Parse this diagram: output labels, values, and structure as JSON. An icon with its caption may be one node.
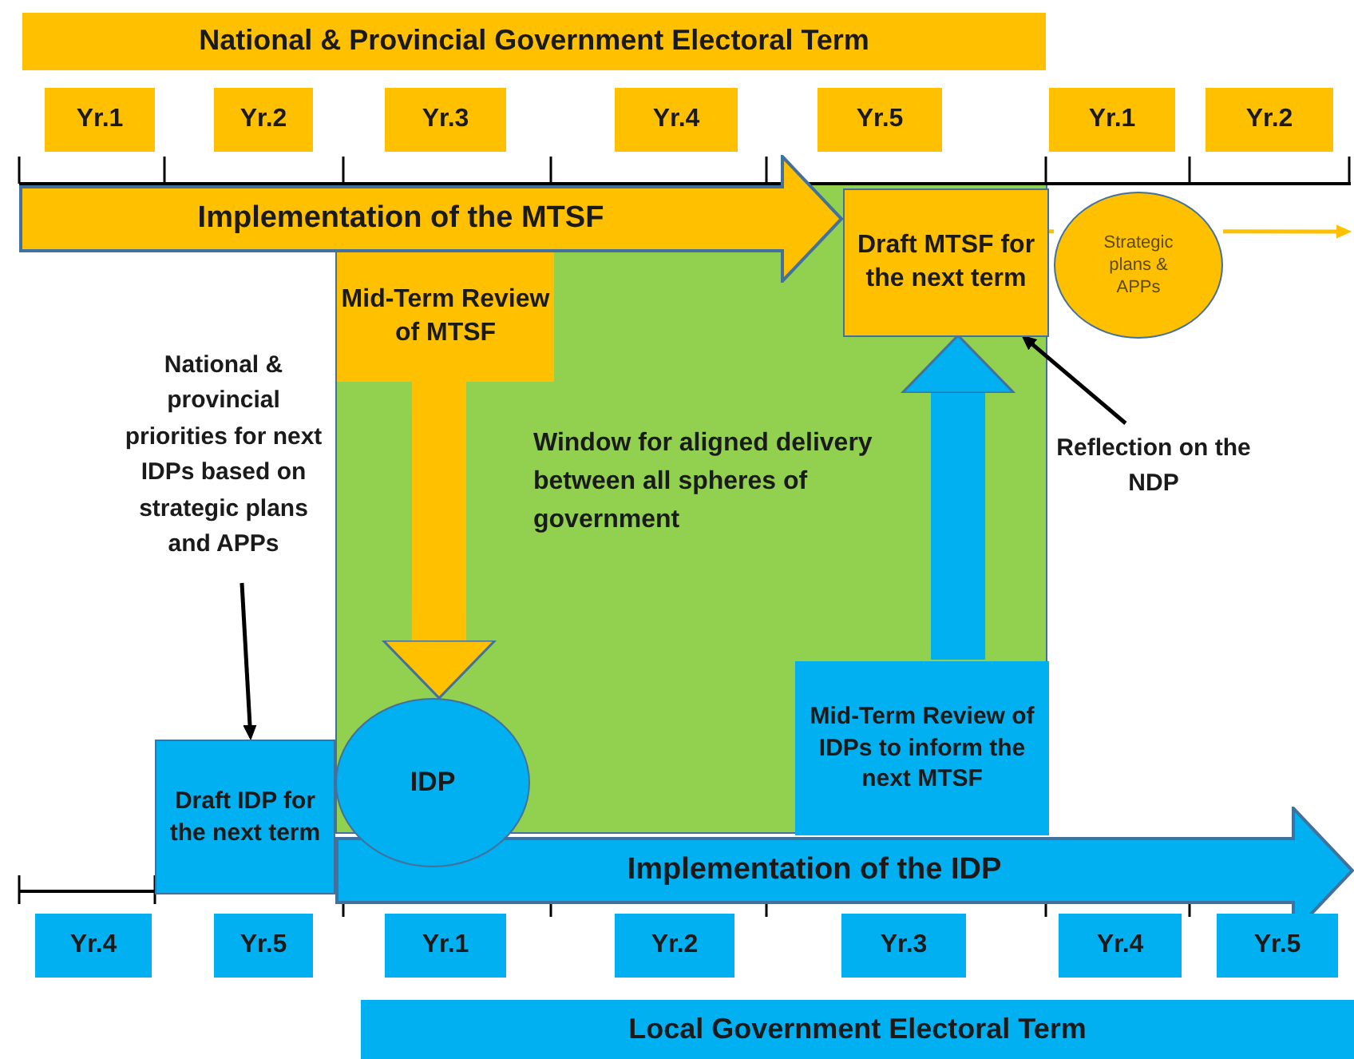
{
  "diagram": {
    "nodes": [
      {
        "text": [
          "National & Provincial Government  Electoral Term"
        ]
      },
      {
        "text": [
          "Yr.1"
        ]
      },
      {
        "text": [
          "Yr.2"
        ]
      },
      {
        "text": [
          "Yr.3"
        ]
      },
      {
        "text": [
          "Yr.4"
        ]
      },
      {
        "text": [
          "Yr.5"
        ]
      },
      {
        "text": [
          "Yr.1"
        ]
      },
      {
        "text": [
          "Yr.2"
        ]
      },
      {
        "text": [
          "Implementation of the MTSF"
        ]
      },
      {
        "text": [
          "Window for aligned delivery between all spheres of government"
        ]
      },
      {
        "text": [
          "Draft MTSF for the next term"
        ],
        "in": 9
      },
      {
        "text": [
          "Strategic plans & APPs"
        ]
      },
      {
        "text": [
          "Mid-Term Review of MTSF"
        ],
        "in": 9
      },
      {
        "text": [
          "National & provincial priorities for next IDPs based on strategic plans and APPs"
        ]
      },
      {
        "text": [
          "Reflection on the NDP"
        ]
      },
      {
        "text": [
          "IDP"
        ]
      },
      {
        "text": [
          "Mid-Term Review of IDPs to inform the next MTSF"
        ],
        "in": 9
      },
      {
        "text": [
          "Draft IDP for the next term"
        ]
      },
      {
        "text": [
          "Implementation of the IDP"
        ]
      },
      {
        "text": [
          "Yr.4"
        ]
      },
      {
        "text": [
          "Yr.5"
        ]
      },
      {
        "text": [
          "Yr.1"
        ]
      },
      {
        "text": [
          "Yr.2"
        ]
      },
      {
        "text": [
          "Yr.3"
        ]
      },
      {
        "text": [
          "Yr.4"
        ]
      },
      {
        "text": [
          "Yr.5"
        ]
      },
      {
        "text": [
          "Local Government  Electoral Term"
        ]
      }
    ],
    "edges": [
      {
        "from": 12,
        "to": 15,
        "arrow": "to",
        "style": "thick",
        "color": "#ffc000"
      },
      {
        "from": 16,
        "to": 10,
        "arrow": "to",
        "style": "thick",
        "color": "#00b0f0"
      },
      {
        "from": 13,
        "to": 17,
        "arrow": "to",
        "color": "#000000"
      },
      {
        "from": 14,
        "to": 10,
        "arrow": "to",
        "color": "#000000"
      },
      {
        "from": 10,
        "to": 11,
        "arrow": "none",
        "color": "#ffc000"
      },
      {
        "from": 11,
        "to": null,
        "arrow": "to",
        "color": "#ffc000"
      }
    ]
  }
}
